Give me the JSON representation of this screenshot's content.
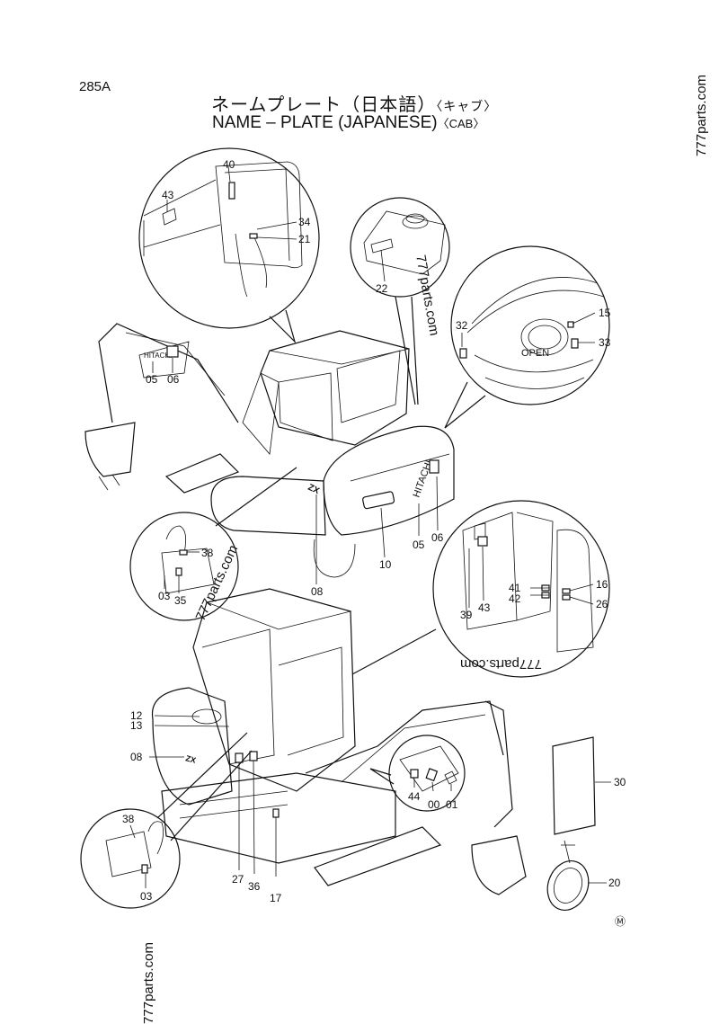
{
  "header": {
    "page_number": "285A",
    "title_japanese": "ネームプレート（日本語）",
    "title_japanese_sub": "〈キャブ〉",
    "title_english": "NAME – PLATE  (JAPANESE)",
    "title_english_sub": "〈CAB〉"
  },
  "watermark": "777parts.com",
  "machine_markings": {
    "brand": "HITACHI",
    "open_label": "OPEN",
    "model_badge": "ZX"
  },
  "callouts": [
    "40",
    "43",
    "34",
    "21",
    "22",
    "15",
    "32",
    "33",
    "05",
    "06",
    "38",
    "03",
    "35",
    "08",
    "10",
    "05",
    "06",
    "41",
    "42",
    "16",
    "26",
    "39",
    "43",
    "12",
    "13",
    "08",
    "44",
    "00",
    "01",
    "30",
    "38",
    "03",
    "27",
    "36",
    "17",
    "20"
  ],
  "footer_mark": "Ⓜ"
}
